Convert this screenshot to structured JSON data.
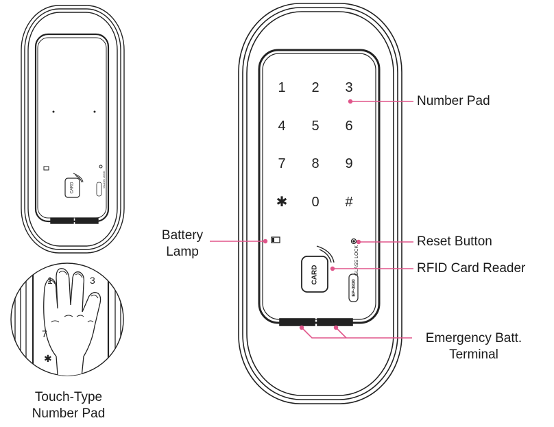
{
  "labels": {
    "number_pad": "Number Pad",
    "reset_button": "Reset Button",
    "rfid_card_reader": "RFID Card Reader",
    "emergency_batt_line1": "Emergency Batt.",
    "emergency_batt_line2": "Terminal",
    "battery_lamp_line1": "Battery",
    "battery_lamp_line2": "Lamp",
    "touch_type_line1": "Touch-Type",
    "touch_type_line2": "Number Pad"
  },
  "keypad": [
    "1",
    "2",
    "3",
    "4",
    "5",
    "6",
    "7",
    "8",
    "9",
    "✱",
    "0",
    "#"
  ],
  "device_text": {
    "card": "CARD",
    "glass_lock": "GLASS LOCK",
    "model": "EP-3830"
  },
  "touch_detail_keys": [
    "1",
    "3",
    "7",
    "✱"
  ],
  "colors": {
    "leader_line": "#e0558a",
    "outline": "#222222"
  }
}
